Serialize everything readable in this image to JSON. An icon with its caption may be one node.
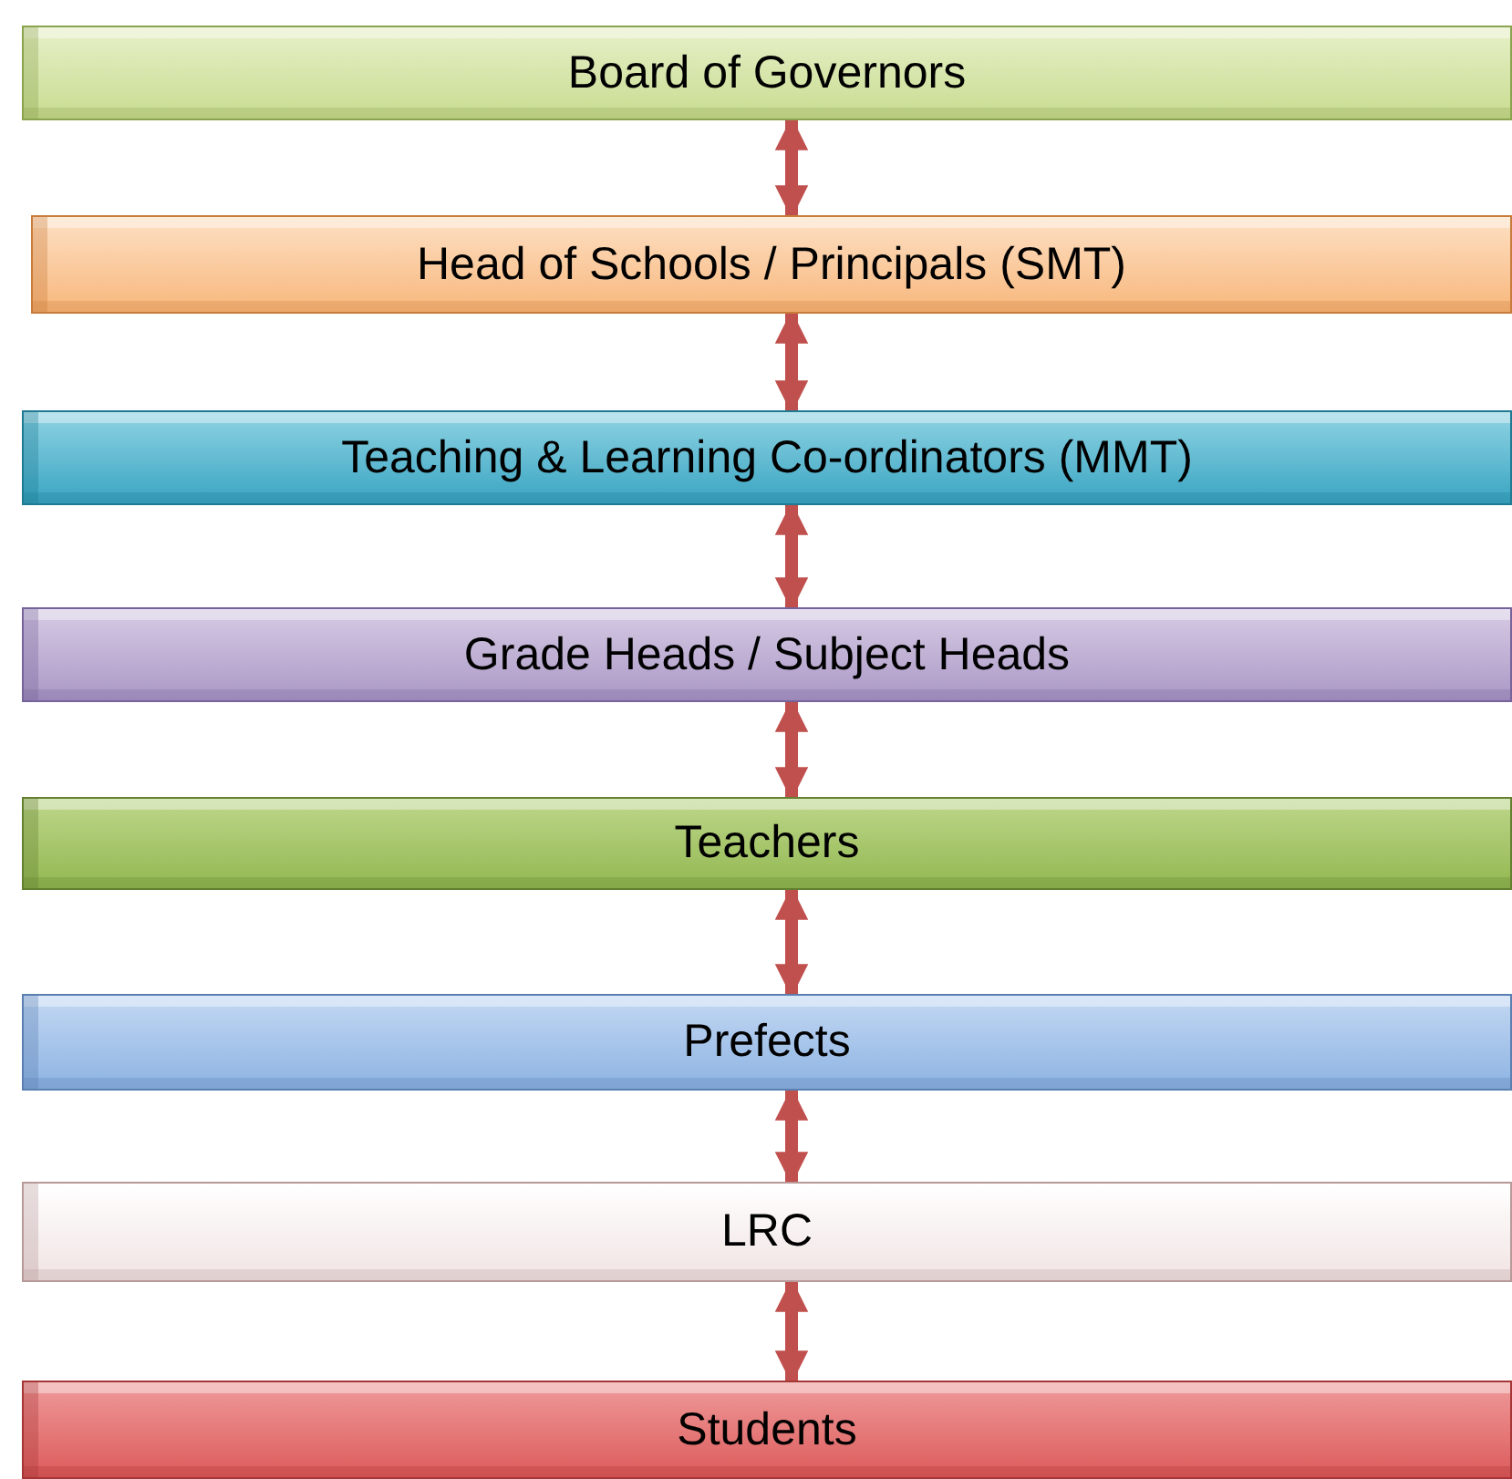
{
  "diagram": {
    "nodes": [
      {
        "text": [
          "Board of Governors"
        ]
      },
      {
        "text": [
          "Head of Schools / Principals (SMT)"
        ]
      },
      {
        "text": [
          "Teaching & Learning Co-ordinators (MMT)"
        ]
      },
      {
        "text": [
          "Grade Heads / Subject Heads"
        ]
      },
      {
        "text": [
          "Teachers"
        ]
      },
      {
        "text": [
          "Prefects"
        ]
      },
      {
        "text": [
          "LRC"
        ]
      },
      {
        "text": [
          "Students"
        ]
      }
    ],
    "edges": [
      {
        "from": 0,
        "to": 1,
        "arrow": "both"
      },
      {
        "from": 1,
        "to": 2,
        "arrow": "both"
      },
      {
        "from": 2,
        "to": 3,
        "arrow": "both"
      },
      {
        "from": 3,
        "to": 4,
        "arrow": "both"
      },
      {
        "from": 4,
        "to": 5,
        "arrow": "both"
      },
      {
        "from": 5,
        "to": 6,
        "arrow": "both"
      },
      {
        "from": 6,
        "to": 7,
        "arrow": "both"
      }
    ]
  }
}
